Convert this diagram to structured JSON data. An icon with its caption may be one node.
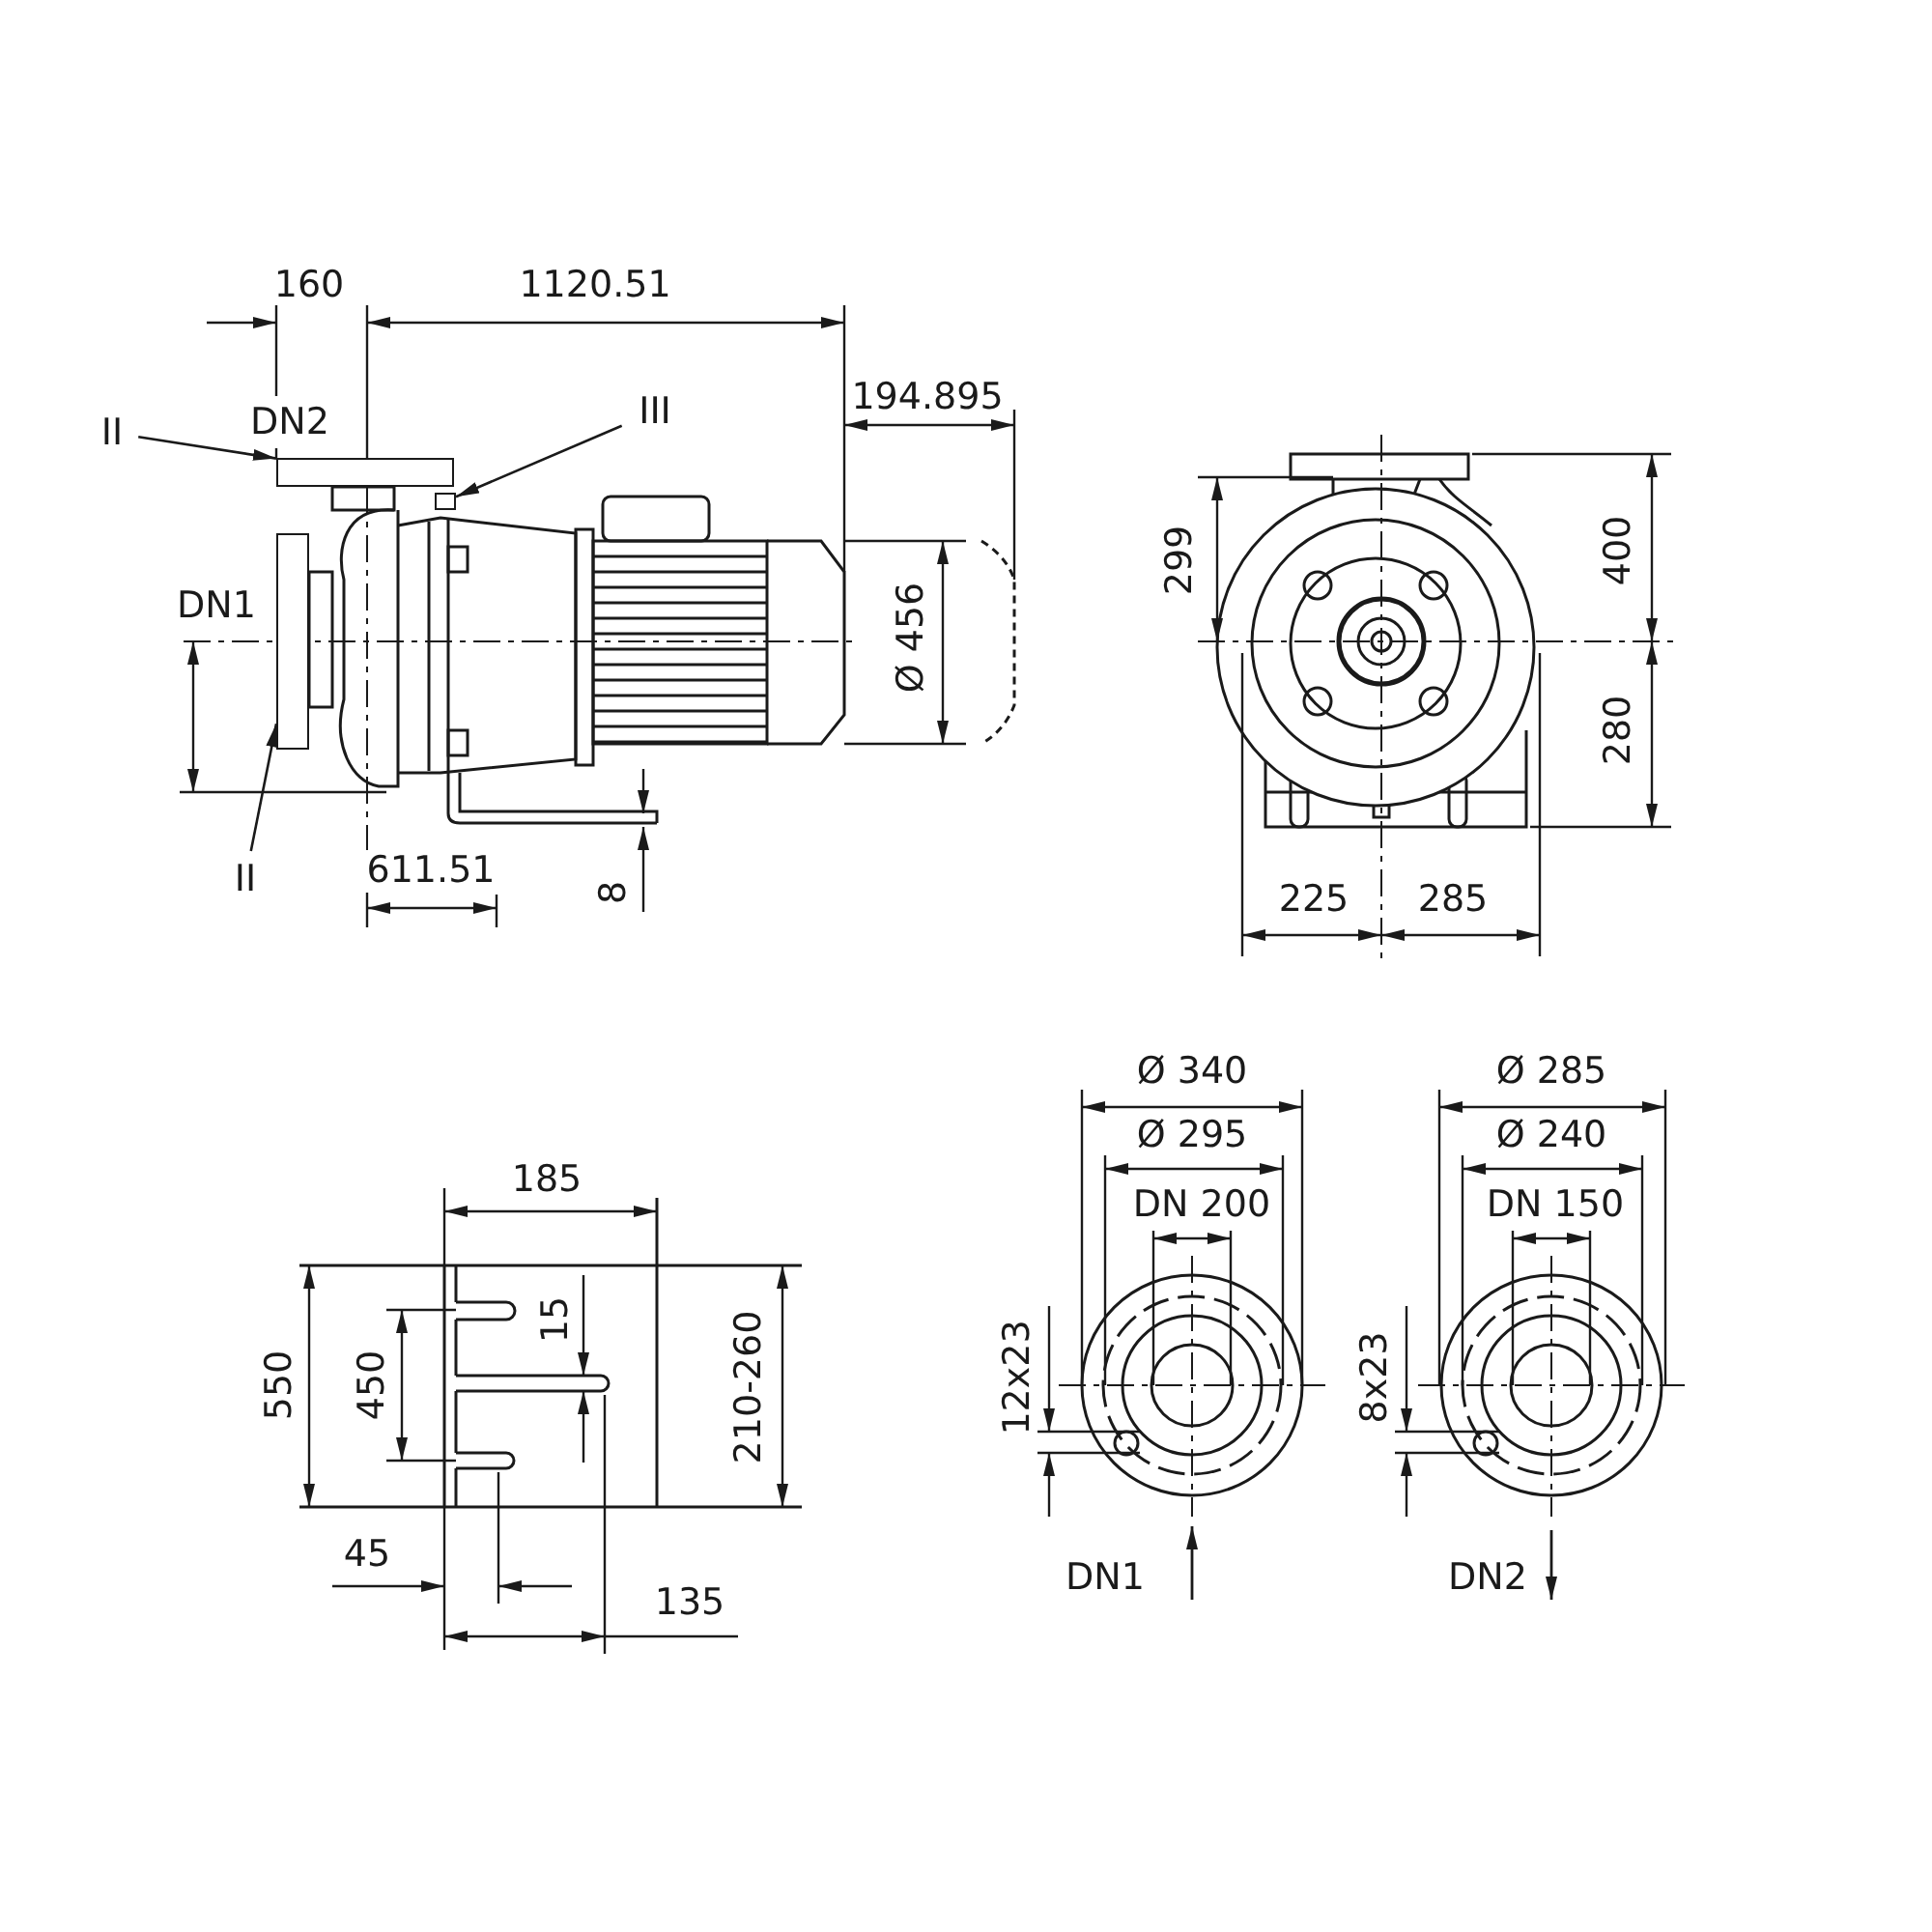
{
  "diagram": {
    "nodes": [
      {
        "text": [
          "II"
        ]
      },
      {
        "text": [
          "III"
        ]
      },
      {
        "text": [
          "II"
        ]
      },
      {
        "text": [],
        "shape": "box"
      },
      {
        "text": [],
        "shape": "box"
      },
      {
        "text": [],
        "shape": "box"
      }
    ],
    "edges": [
      {
        "from": 0,
        "to": 3,
        "arrow": "to"
      },
      {
        "from": 1,
        "to": 4,
        "arrow": "to"
      },
      {
        "from": 2,
        "to": 5,
        "arrow": "to"
      }
    ],
    "labels": [
      "160",
      "1120.51",
      "DN2",
      "194.895",
      "DN1",
      "Ø 456",
      "611.51",
      "8",
      "299",
      "400",
      "280",
      "225",
      "285",
      "Ø 340",
      "Ø 285",
      "Ø 295",
      "Ø 240",
      "DN 200",
      "DN 150",
      "185",
      "15",
      "550",
      "450",
      "210-260",
      "12x23",
      "8x23",
      "45",
      "135",
      "DN1",
      "DN2"
    ]
  }
}
